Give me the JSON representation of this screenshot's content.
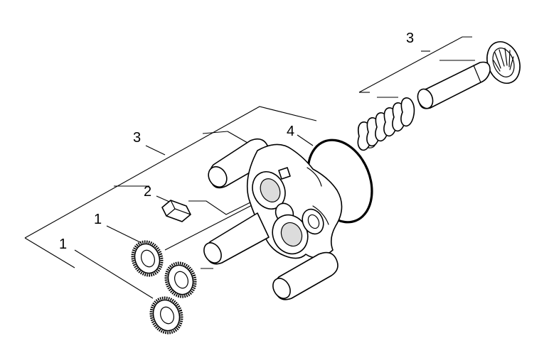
{
  "callouts": {
    "upper_3": "3",
    "left_3": "3",
    "label_4": "4",
    "label_2": "2",
    "label_1_upper": "1",
    "label_1_lower": "1"
  }
}
